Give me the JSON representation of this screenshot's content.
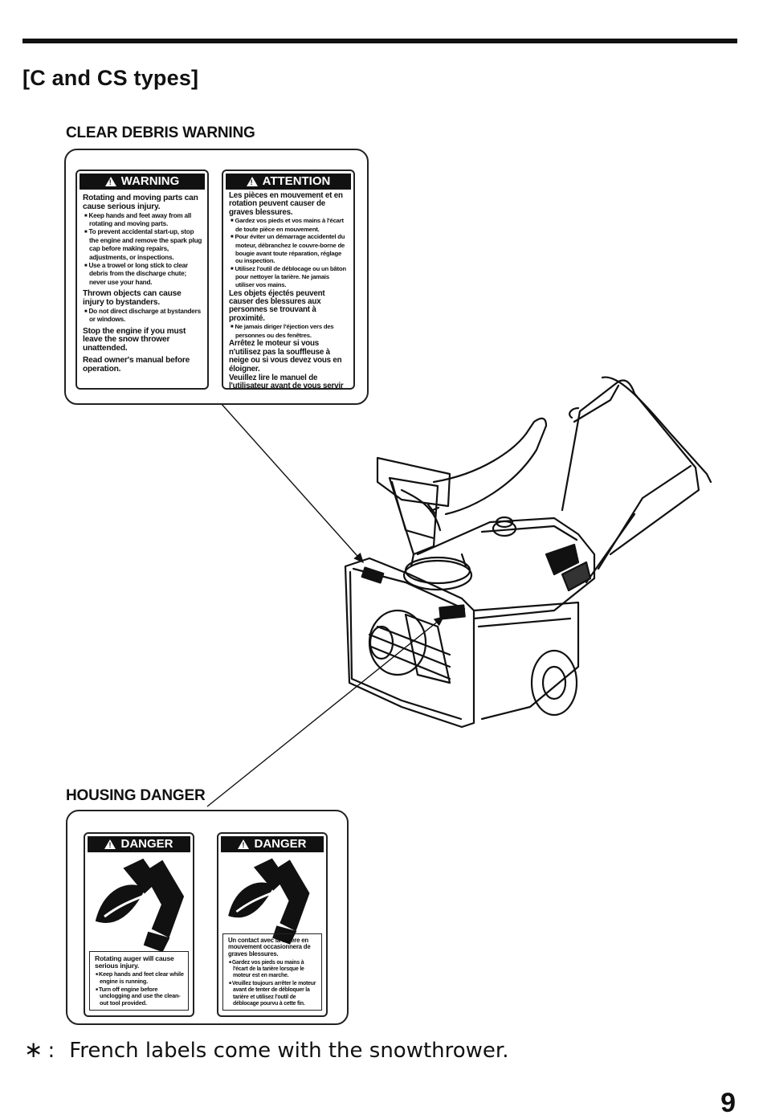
{
  "section_title": "[C and CS types]",
  "clear_debris": {
    "heading": "CLEAR DEBRIS WARNING",
    "asterisk": "∗",
    "english": {
      "banner": "WARNING",
      "lines": [
        {
          "kind": "h",
          "text": "Rotating and moving parts can cause serious injury."
        },
        {
          "kind": "b",
          "text": "Keep hands and feet away from all rotating and moving parts."
        },
        {
          "kind": "b",
          "text": "To prevent accidental start-up, stop the engine and remove the spark plug cap before making repairs, adjustments, or inspections."
        },
        {
          "kind": "b",
          "text": "Use a trowel or long stick to clear debris from the discharge chute; never use your hand."
        },
        {
          "kind": "h",
          "text": "Thrown objects can cause injury to bystanders."
        },
        {
          "kind": "b",
          "text": "Do not direct discharge at bystanders or windows."
        },
        {
          "kind": "h",
          "text": "Stop the engine if you must leave the snow thrower unattended."
        },
        {
          "kind": "h",
          "text": "Read owner's manual before operation."
        }
      ]
    },
    "french": {
      "banner": "ATTENTION",
      "lines": [
        {
          "kind": "h",
          "text": "Les pièces en mouvement et en rotation peuvent causer de graves blessures."
        },
        {
          "kind": "b",
          "text": "Gardez vos pieds et vos mains à l'écart de toute pièce en mouvement."
        },
        {
          "kind": "b",
          "text": "Pour éviter un démarrage accidentel du moteur, débranchez le couvre-borne de bougie avant toute réparation, réglage ou inspection."
        },
        {
          "kind": "b",
          "text": "Utilisez l'outil de déblocage ou un bâton pour nettoyer la tarière. Ne jamais utiliser vos mains."
        },
        {
          "kind": "h",
          "text": "Les objets éjectés peuvent causer des blessures aux personnes se trouvant à proximité."
        },
        {
          "kind": "b",
          "text": "Ne jamais diriger l'éjection vers des personnes ou des fenêtres."
        },
        {
          "kind": "h",
          "text": "Arrêtez le moteur si vous n'utilisez pas la souffleuse à neige ou si vous devez vous en éloigner."
        },
        {
          "kind": "h",
          "text": "Veuillez lire le manuel de l'utilisateur avant de vous servir de la souffleuse à neige."
        }
      ]
    }
  },
  "housing_danger": {
    "heading": "HOUSING DANGER",
    "asterisk": "∗",
    "english": {
      "banner": "DANGER",
      "title": "Rotating auger will cause serious injury.",
      "bullets": [
        "Keep hands and feet clear while engine is running.",
        "Turn off engine before unclogging and use the clean-out tool provided."
      ]
    },
    "french": {
      "banner": "DANGER",
      "title": "Un contact avec la tarière en mouvement occasionnera de graves blessures.",
      "bullets": [
        "Gardez vos pieds ou mains à l'écart de la tarière lorsque le moteur est en marche.",
        "Veuillez toujours arrêter le moteur avant de tenter de débloquer la tarière et utilisez l'outil de déblocage pourvu à cette fin."
      ]
    }
  },
  "footnote": {
    "symbol": "∗",
    "separator": ":",
    "text": "French labels come with the snowthrower."
  },
  "page_number": "9"
}
